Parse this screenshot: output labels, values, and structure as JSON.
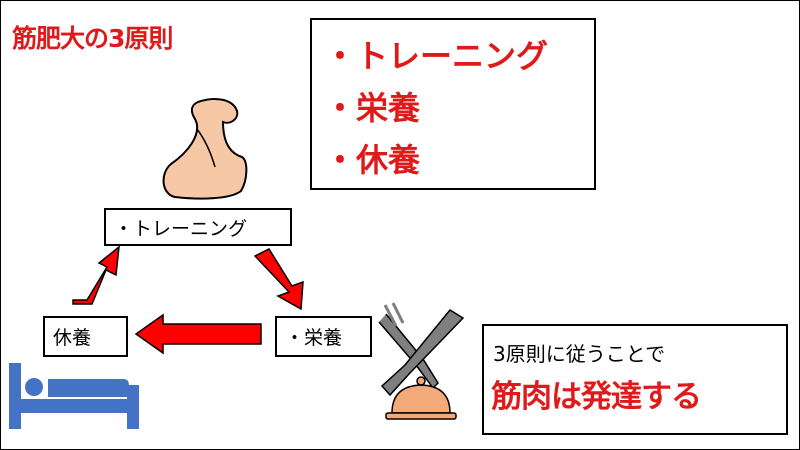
{
  "title": "筋肥大の3原則",
  "principles": [
    "・トレーニング",
    "・栄養",
    "・休養"
  ],
  "cycle": {
    "training": "・トレーニング",
    "nutrition": "・栄養",
    "rest": "休養"
  },
  "conclusion": {
    "line1": "3原則に従うことで",
    "line2": "筋肉は発達する"
  },
  "colors": {
    "accent_red": "#e0191a",
    "arrow_red": "#ff0000",
    "muscle_skin": "#f7c8a6",
    "bed_blue": "#4472c4",
    "cloche_orange": "#f4a978",
    "cutlery_gray": "#7f7f7f"
  },
  "icons": [
    "flexed-arm-icon",
    "fork-icon",
    "knife-icon",
    "cloche-icon",
    "bed-icon"
  ]
}
